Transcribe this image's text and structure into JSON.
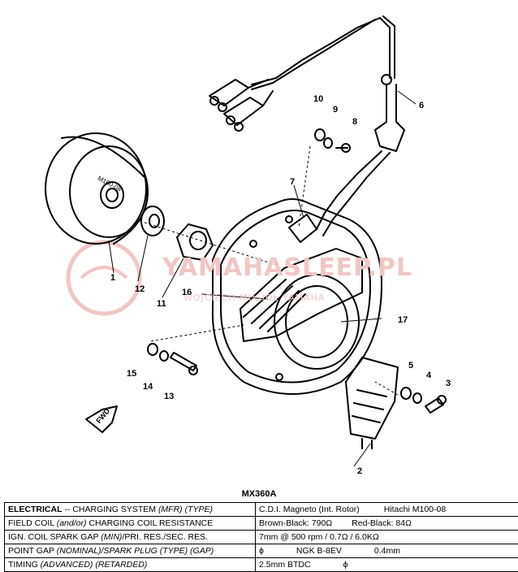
{
  "watermark": {
    "main": "YAMAHASLEEP.PL",
    "sub": "WOJCIECH MUSIOŁ YAMAHA"
  },
  "callouts": {
    "c1": "1",
    "c2": "2",
    "c3": "3",
    "c4": "4",
    "c5": "5",
    "c6": "6",
    "c7": "7",
    "c8": "8",
    "c9": "9",
    "c10": "10",
    "c11": "11",
    "c12": "12",
    "c13": "13",
    "c14": "14",
    "c15": "15",
    "c16": "16",
    "c17": "17"
  },
  "part_text": {
    "rotor_stamp": "M100-08",
    "fwd": "FWD"
  },
  "model": "MX360A",
  "rows": [
    {
      "a": "ELECTRICAL",
      "b": " -- CHARGING SYSTEM ",
      "c": "(MFR) (TYPE)",
      "v1": "C.D.I. Magneto (Int. Rotor)",
      "v2": "Hitachi M100-08"
    },
    {
      "a": "FIELD COIL ",
      "b": "(and/or)",
      "c": " CHARGING COIL RESISTANCE",
      "v1": "Brown-Black:  790Ω",
      "v2": "Red-Black:  84Ω"
    },
    {
      "a": "IGN. COIL SPARK GAP ",
      "b": "(MIN)",
      "c": "/PRI. RES./SEC. RES.",
      "v1": "7mm @ 500 rpm / 0.7Ω / 6.0KΩ",
      "v2": ""
    },
    {
      "a": "POINT GAP ",
      "b": "(NOMINAL)",
      "c": "/SPARK PLUG (TYPE) (GAP)",
      "v1": "ϕ",
      "v2": "NGK B-8EV",
      "v3": "0.4mm"
    },
    {
      "a": "TIMING ",
      "b": "(ADVANCED) (RETARDED)",
      "c": "",
      "v1": "2.5mm BTDC",
      "v2": "ϕ"
    }
  ],
  "colors": {
    "ink": "#000000",
    "watermark": "#f2c6c6",
    "paper": "#ffffff"
  }
}
